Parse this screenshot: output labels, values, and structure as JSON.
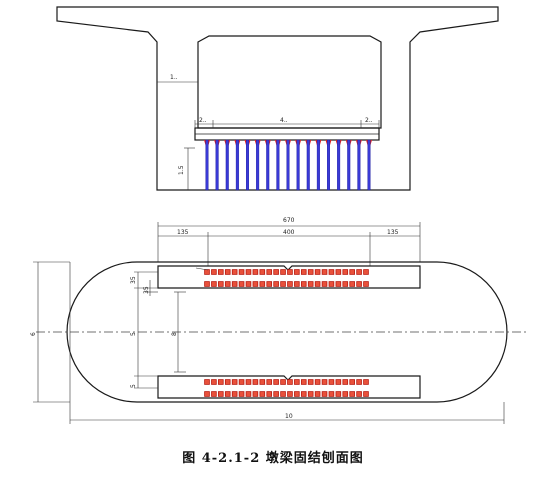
{
  "caption": "图 4-2.1-2 墩梁固结刨面图",
  "elevation": {
    "dims": {
      "left_offset": "1..",
      "top_left": "2..",
      "top_mid": "4..",
      "top_right": "2..",
      "height": "1.5"
    },
    "bar_count": 17
  },
  "plan": {
    "dims": {
      "overall": "670",
      "seg_left": "135",
      "seg_mid": "400",
      "seg_right": "135",
      "bottom": "10",
      "left_total": "6",
      "left_upper": "35",
      "left_small": "35",
      "inner_mid": "5",
      "inner_mid2": "8",
      "left_lower": "5"
    },
    "bolt_rows_per_group": 2,
    "bolts_per_row": 24
  },
  "colors": {
    "line": "#1a1a1a",
    "bolt_fill": "#e8503a",
    "bar_blue": "#3a3ad6",
    "bar_red": "#e02424"
  }
}
